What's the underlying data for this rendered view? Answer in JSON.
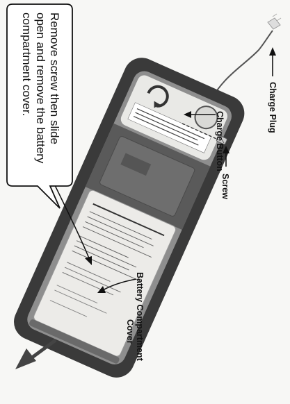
{
  "callout": {
    "line1": "Remove screw then slide",
    "line2": "open and remove the battery",
    "line3": "compartment cover."
  },
  "labels": {
    "charge_plug": "Charge Plug",
    "charge_button": "Charge Button",
    "screw": "Screw",
    "battery_cover_line1": "Battery Compartment",
    "battery_cover_line2": "Cover"
  },
  "colors": {
    "ink": "#111111",
    "device_dark": "#3a3a3a",
    "device_mid": "#8e8e8e",
    "cover_light": "#ecebe8",
    "paper": "#f7f7f5"
  }
}
